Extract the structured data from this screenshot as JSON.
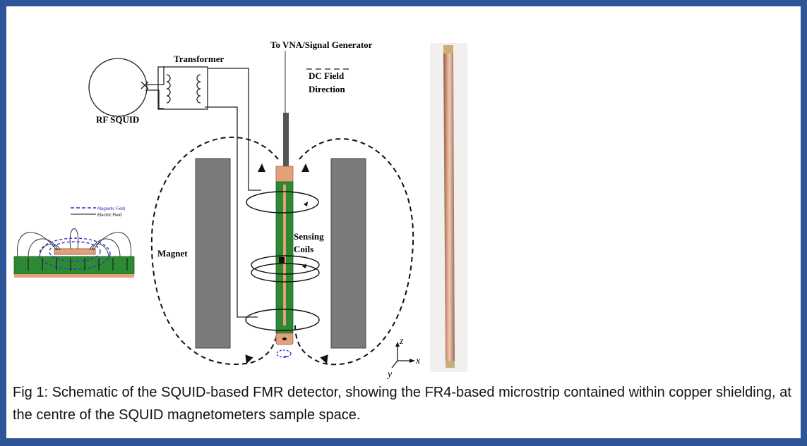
{
  "labels": {
    "transformer": "Transformer",
    "to_vna": "To VNA/Signal Generator",
    "dc_field_1": "DC Field",
    "dc_field_2": "Direction",
    "rf_squid": "RF SQUID",
    "magnet": "Magnet",
    "sensing_1": "Sensing",
    "sensing_2": "Coils",
    "magnetic_field": "Magnetic Field",
    "electric_field": "Electric Field",
    "axis_z": "z",
    "axis_x": "x",
    "axis_y": "y"
  },
  "caption": "Fig 1: Schematic of the SQUID-based FMR detector, showing the FR4-based microstrip contained within copper shielding, at the centre of the SQUID magnetometers sample space.",
  "colors": {
    "border": "#2e5597",
    "magnet": "#7b7b7b",
    "fr4": "#2d8a33",
    "copper": "#e5a07a",
    "field_dash": "#2b33c9"
  }
}
